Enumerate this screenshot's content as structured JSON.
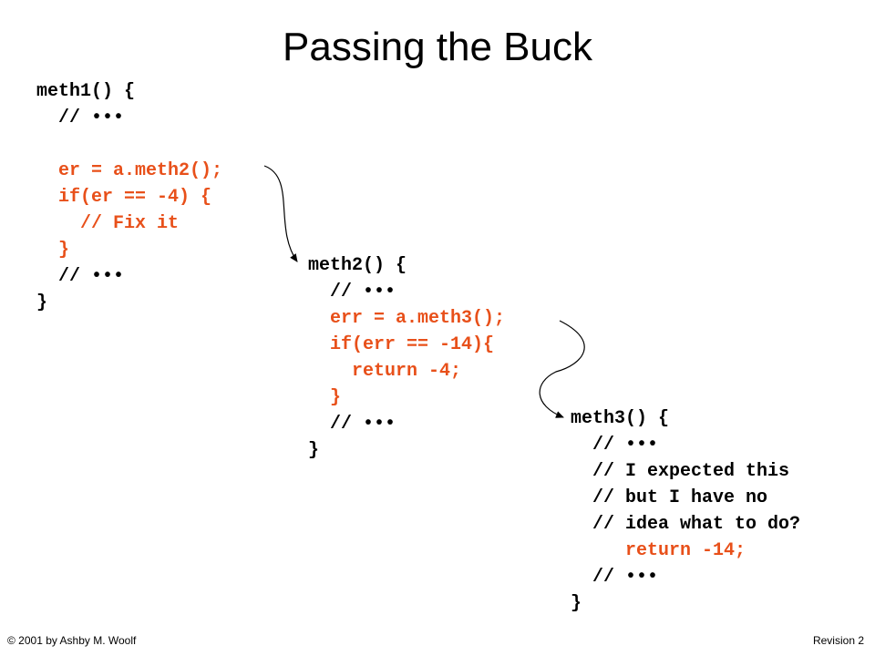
{
  "slide": {
    "title": "Passing the Buck",
    "blocks": [
      {
        "lines": [
          {
            "text": "meth1() {",
            "highlight": false
          },
          {
            "text": "  // •••",
            "highlight": false
          },
          {
            "text": "",
            "highlight": false
          },
          {
            "text": "  er = a.meth2();",
            "highlight": true
          },
          {
            "text": "  if(er == -4) {",
            "highlight": true
          },
          {
            "text": "    // Fix it",
            "highlight": true
          },
          {
            "text": "  }",
            "highlight": true
          },
          {
            "text": "  // •••",
            "highlight": false
          },
          {
            "text": "}",
            "highlight": false
          }
        ]
      },
      {
        "lines": [
          {
            "text": "meth2() {",
            "highlight": false
          },
          {
            "text": "  // •••",
            "highlight": false
          },
          {
            "text": "  err = a.meth3();",
            "highlight": true
          },
          {
            "text": "  if(err == -14){",
            "highlight": true
          },
          {
            "text": "    return -4;",
            "highlight": true
          },
          {
            "text": "  }",
            "highlight": true
          },
          {
            "text": "  // •••",
            "highlight": false
          },
          {
            "text": "}",
            "highlight": false
          }
        ]
      },
      {
        "lines": [
          {
            "text": "meth3() {",
            "highlight": false
          },
          {
            "text": "  // •••",
            "highlight": false
          },
          {
            "text": "  // I expected this",
            "highlight": false
          },
          {
            "text": "  // but I have no",
            "highlight": false
          },
          {
            "text": "  // idea what to do?",
            "highlight": false
          },
          {
            "text": "     return -14;",
            "highlight": true
          },
          {
            "text": "  // •••",
            "highlight": false
          },
          {
            "text": "}",
            "highlight": false
          }
        ]
      }
    ],
    "footer_left": "© 2001 by Ashby M. Woolf",
    "footer_right": "Revision 2",
    "colors": {
      "highlight": "#e8501a",
      "text": "#000000"
    }
  }
}
